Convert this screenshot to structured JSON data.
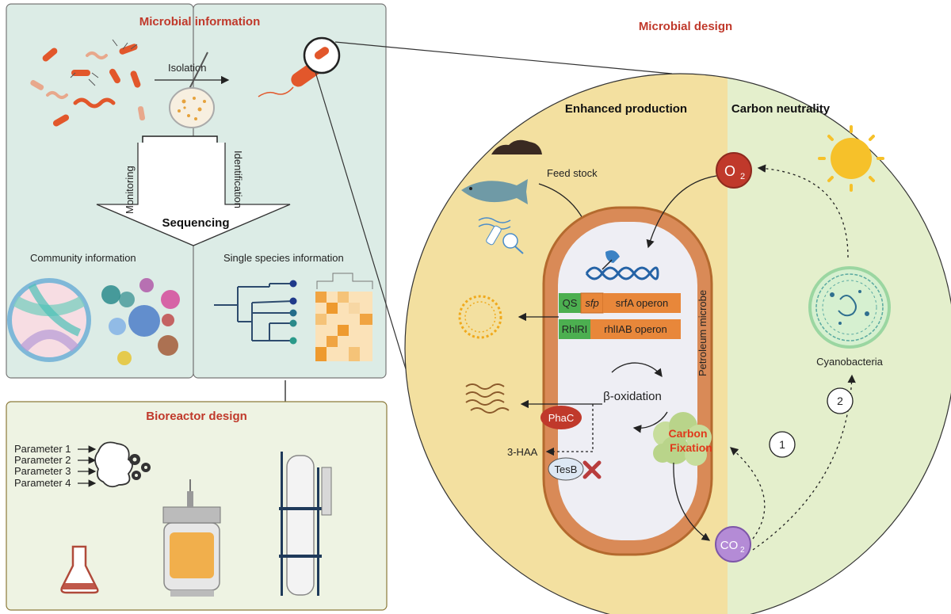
{
  "panels": {
    "microbial_information": "Microbial information",
    "bioreactor_design": "Bioreactor design",
    "microbial_design": "Microbial design"
  },
  "microbial_info": {
    "isolation": "Isolation",
    "monitoring": "Monitoring",
    "identification": "Identification",
    "sequencing": "Sequencing",
    "community_information": "Community information",
    "single_species_information": "Single species information"
  },
  "bioreactor": {
    "parameters": [
      "Parameter 1",
      "Parameter 2",
      "Parameter 3",
      "Parameter 4"
    ]
  },
  "microbial_design": {
    "enhanced_production": "Enhanced production",
    "carbon_neutrality": "Carbon neutrality",
    "feed_stock": "Feed stock",
    "qs": "QS",
    "sfp": "sfp",
    "srfa_operon": "srfA operon",
    "rhlri": "RhlRI",
    "rhliab_operon": "rhlIAB operon",
    "beta_oxidation": "β-oxidation",
    "phac": "PhaC",
    "haa": "3-HAA",
    "tesb": "TesB",
    "petroleum_microbe": "Petroleum microbe",
    "carbon_fixation_1": "Carbon",
    "carbon_fixation_2": "Fixation",
    "o2_main": "O",
    "o2_sub": "2",
    "co2_main": "CO",
    "co2_sub": "2",
    "step1": "1",
    "step2": "2",
    "cyanobacteria": "Cyanobacteria"
  },
  "colors": {
    "panel_green": "#dcece6",
    "panel_bioreactor": "#eef3e3",
    "circle_yellow": "#f3e0a0",
    "circle_green": "#e4efcc",
    "cell_orange": "#d98a57",
    "title_red": "#c0392b",
    "gene_green": "#4caf50",
    "gene_orange": "#e8873a"
  }
}
